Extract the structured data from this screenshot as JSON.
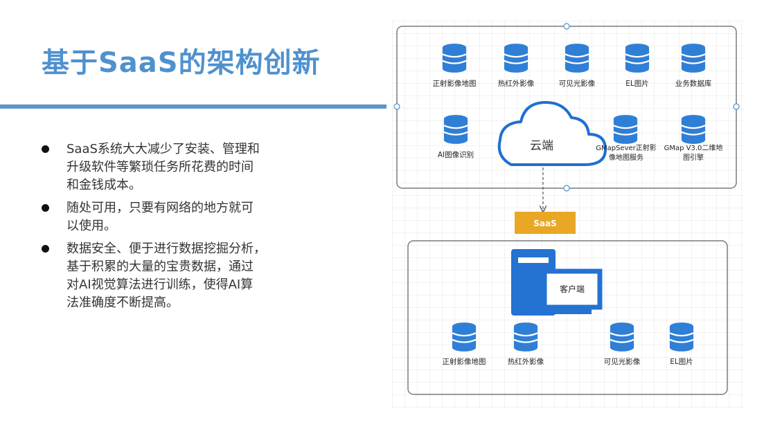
{
  "title": "基于SaaS的架构创新",
  "bullets": [
    "SaaS系统大大减少了安装、管理和升级软件等繁琐任务所花费的时间和金钱成本。",
    "随处可用，只要有网络的地方就可以使用。",
    "数据安全、便于进行数据挖掘分析，基于积累的大量的宝贵数据，通过对AI视觉算法进行训练，使得AI算法准确度不断提高。"
  ],
  "bullet_lines": [
    [
      "SaaS系统大大减少了安装、管理和",
      "升级软件等繁琐任务所花费的时间",
      "和金钱成本。"
    ],
    [
      "随处可用，只要有网络的地方就可",
      "以使用。"
    ],
    [
      "数据安全、便于进行数据挖掘分析，",
      "基于积累的大量的宝贵数据，通过",
      "对AI视觉算法进行训练，使得AI算",
      "法准确度不断提高。"
    ]
  ],
  "diagram": {
    "cloud_label": "云端",
    "saas_label": "SaaS",
    "client_label": "客户端",
    "cloud_row1": [
      "正射影像地图",
      "热红外影像",
      "可见光影像",
      "EL图片",
      "业务数据库"
    ],
    "cloud_row2_left": "AI图像识别",
    "cloud_row2_right": [
      [
        "GMapSever正射影",
        "像地图服务"
      ],
      [
        "GMap V3.0二维地",
        "图引擎"
      ]
    ],
    "client_row": [
      "正射影像地图",
      "热红外影像",
      "可见光影像",
      "EL图片"
    ],
    "colors": {
      "accent": "#4f91cf",
      "db_blue": "#2f7fd6",
      "saas_gold": "#e8a825",
      "client_blue": "#2472d1"
    }
  }
}
